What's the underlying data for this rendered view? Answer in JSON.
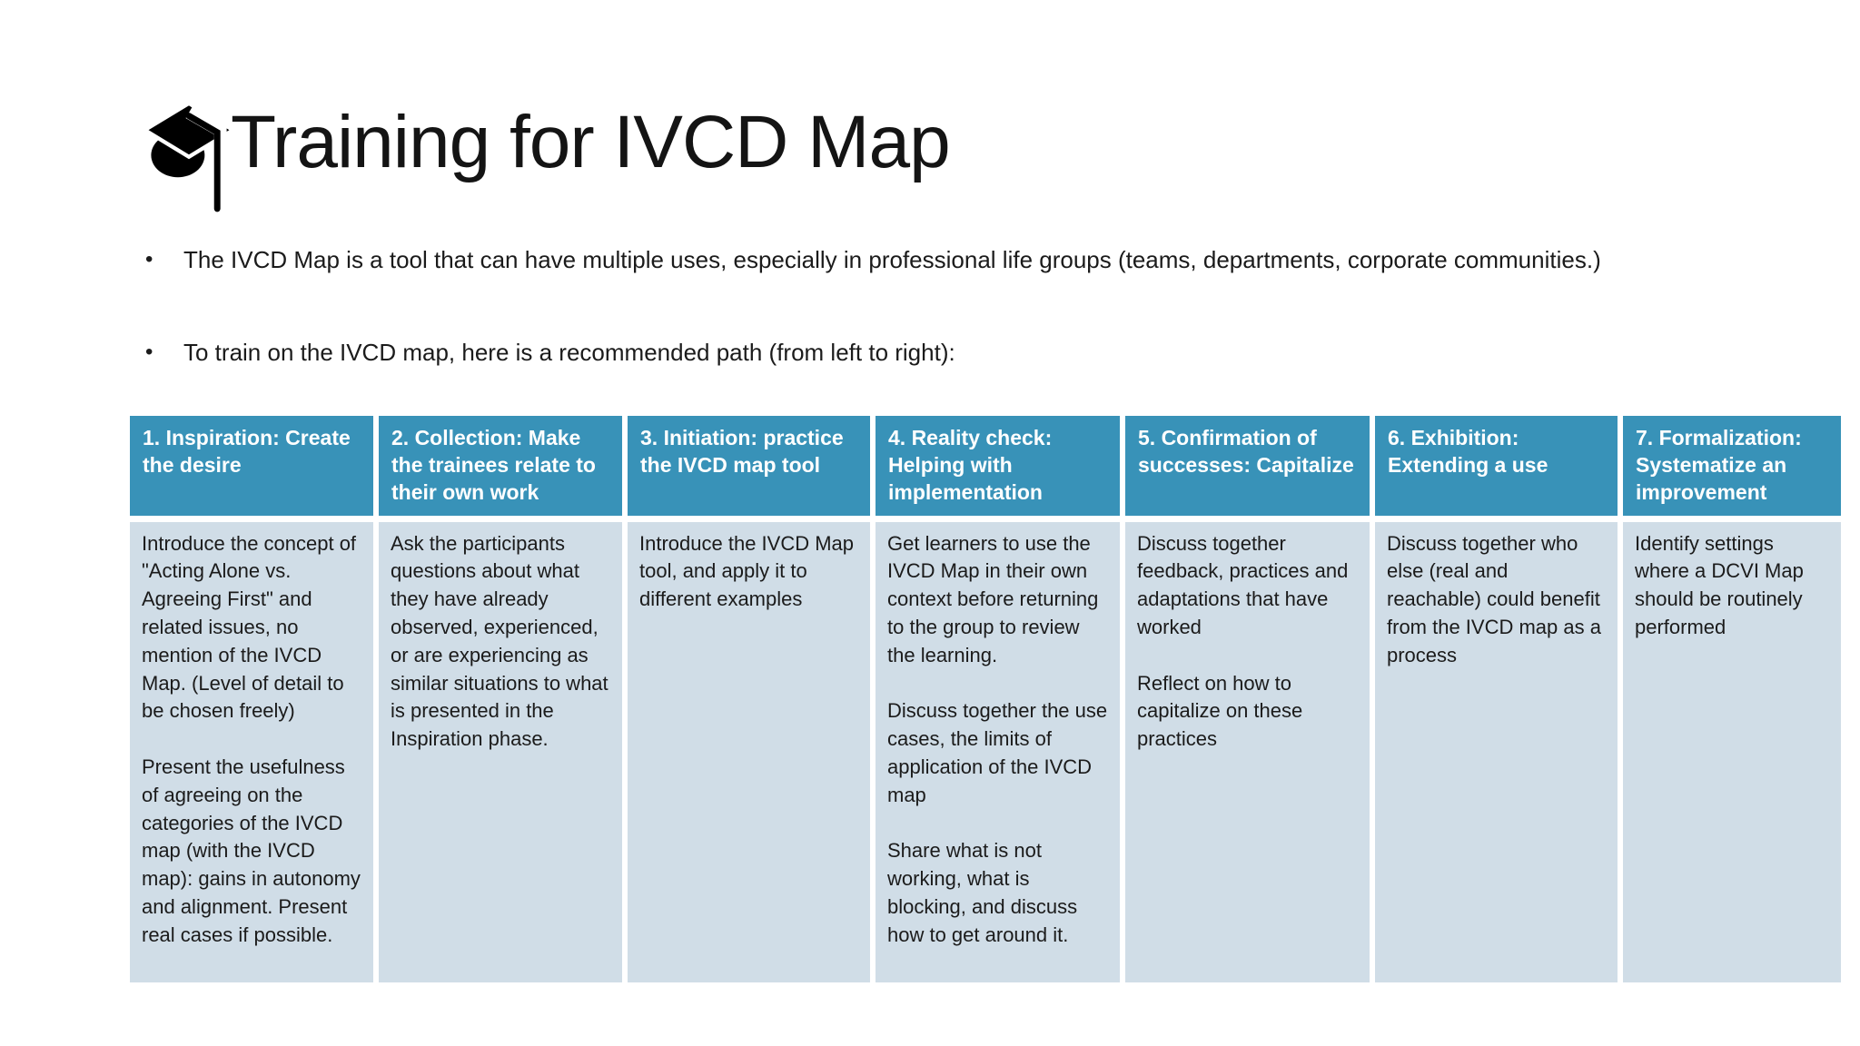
{
  "slide": {
    "title": "Training for IVCD Map",
    "title_icon": "graduation-cap",
    "bullet_marker": "•",
    "bullets": [
      "The IVCD Map is a tool that can have multiple uses, especially in professional life groups (teams, departments, corporate communities.)",
      "To train on the IVCD map, here is a recommended path (from left to right):"
    ]
  },
  "table": {
    "columns": [
      {
        "header": "1. Inspiration: Create the desire",
        "body": "Introduce the concept of \"Acting Alone vs. Agreeing First\" and related issues, no mention of the IVCD Map. (Level of detail to be chosen freely)\n\nPresent the usefulness of agreeing on the categories of the IVCD map (with the IVCD map): gains in autonomy and alignment. Present real cases if possible."
      },
      {
        "header": "2. Collection: Make the trainees relate to their own work",
        "body": "Ask the participants questions about what they have already observed, experienced, or are experiencing as similar situations to what is presented in the Inspiration phase."
      },
      {
        "header": "3. Initiation: practice the IVCD map tool",
        "body": "Introduce the IVCD Map tool, and apply it to different examples"
      },
      {
        "header": "4. Reality check: Helping with implementation",
        "body": "Get learners to use the IVCD Map in their own context before returning to the group to review the learning.\n\nDiscuss together the use cases, the limits of application of the IVCD map\n\nShare what is not working, what is blocking, and discuss how to get around it."
      },
      {
        "header": "5. Confirmation of successes: Capitalize",
        "body": "Discuss together feedback, practices and adaptations that have worked\n\nReflect on how to capitalize on these practices"
      },
      {
        "header": "6. Exhibition: Extending a use",
        "body": "Discuss together who else (real and reachable) could benefit from the IVCD map as a process"
      },
      {
        "header": "7. Formalization: Systematize an improvement",
        "body": "Identify settings where a DCVI Map should be routinely performed"
      }
    ]
  },
  "colors": {
    "header_bg": "#3892B8",
    "body_bg": "#D0DDE7",
    "header_text": "#FFFFFF",
    "body_text": "#1B1B1B",
    "title_color": "#141414"
  }
}
